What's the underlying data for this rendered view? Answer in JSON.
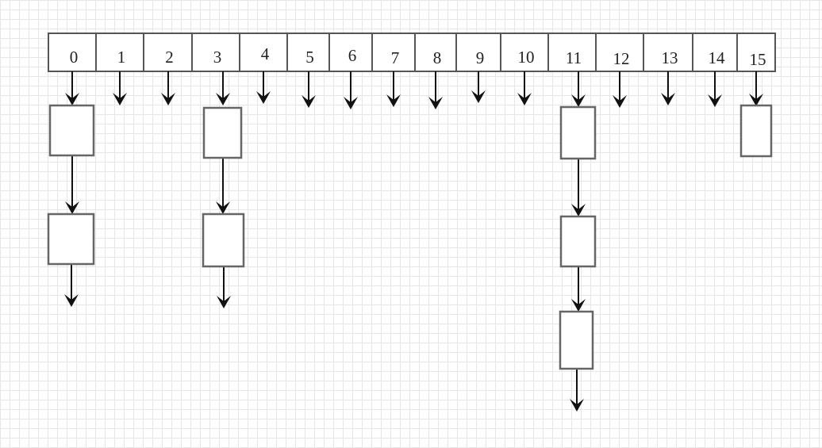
{
  "hash_table": {
    "indices": [
      "0",
      "1",
      "2",
      "3",
      "4",
      "5",
      "6",
      "7",
      "8",
      "9",
      "10",
      "11",
      "12",
      "13",
      "14",
      "15"
    ],
    "chains": [
      {
        "index": "0",
        "nodes": 2
      },
      {
        "index": "3",
        "nodes": 2
      },
      {
        "index": "11",
        "nodes": 3
      },
      {
        "index": "15",
        "nodes": 1
      }
    ]
  },
  "colors": {
    "cell_border": "#555555",
    "node_border": "#666666",
    "arrow": "#111111",
    "grid": "#e6e6e6"
  }
}
